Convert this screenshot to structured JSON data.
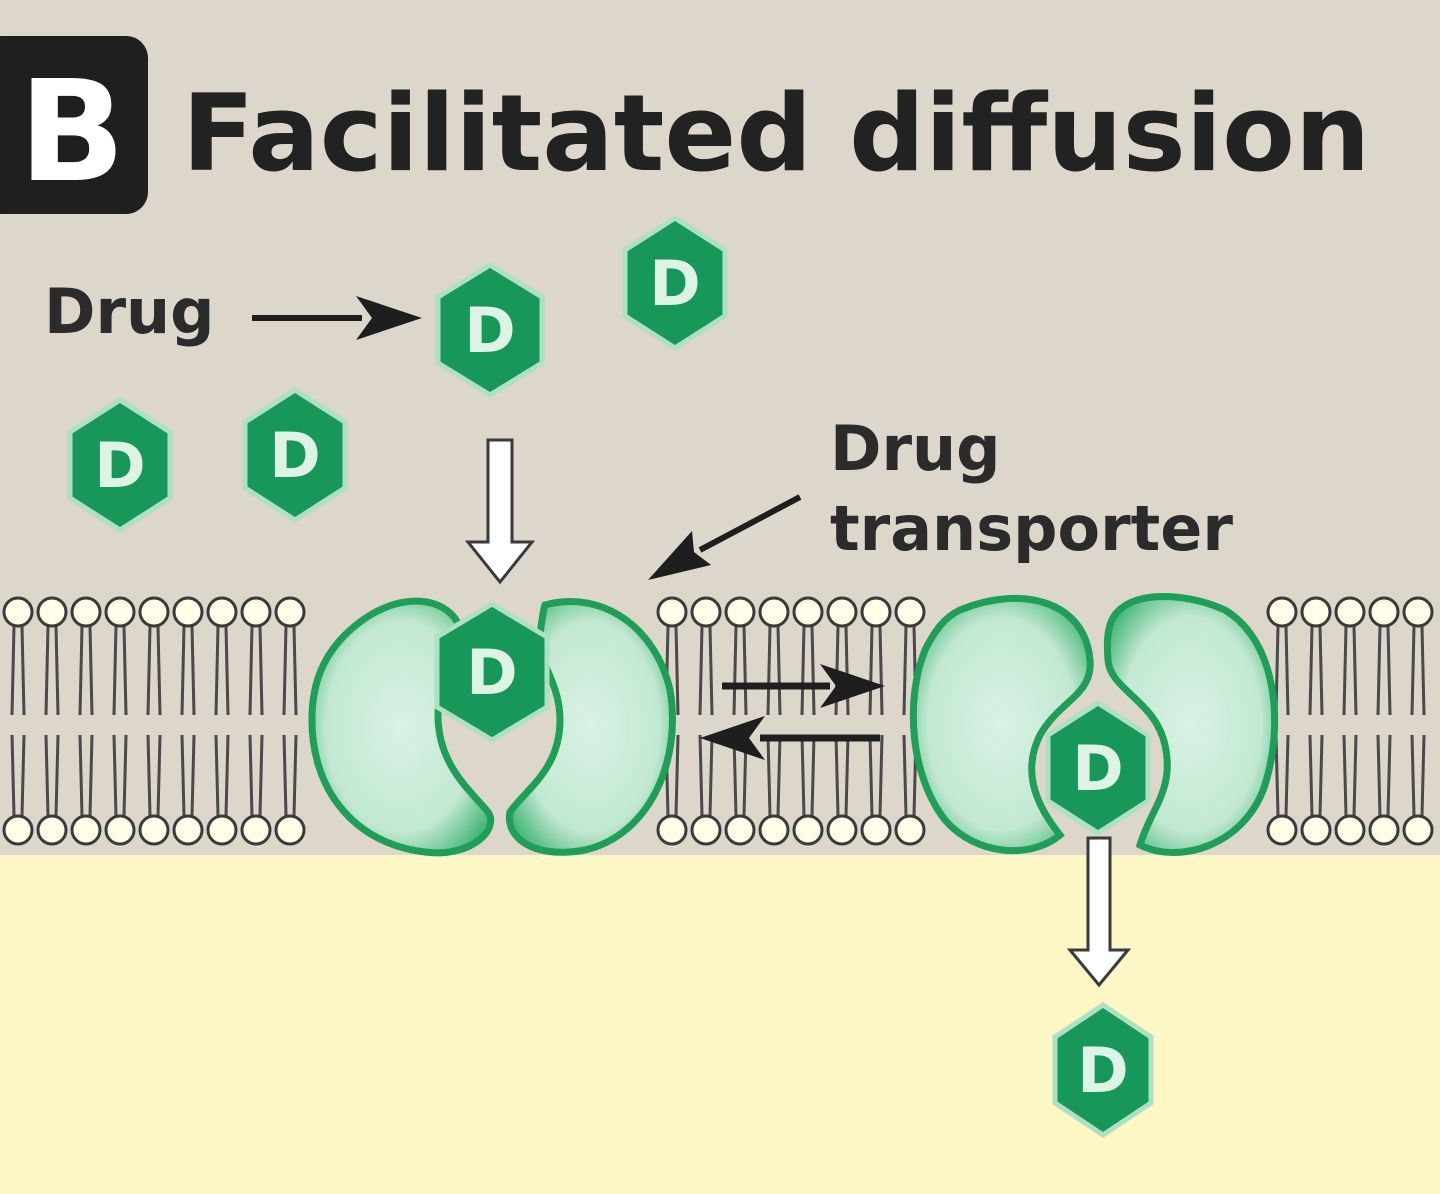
{
  "title": {
    "badge": "B",
    "text": "Facilitated diffusion"
  },
  "labels": {
    "drug": "Drug",
    "transporter_line1": "Drug",
    "transporter_line2": "transporter"
  },
  "molecule_letter": "D",
  "colors": {
    "extracellular": "#dcd6cb",
    "intracellular": "#fdf7c6",
    "badge": "#1f1f1f",
    "drug_fill": "#17975a",
    "drug_edge": "#aee0c2",
    "transporter_fill": "#c9ebd8",
    "transporter_edge": "#1e9e58",
    "lipid_head": "#fffde8",
    "text": "#2b2b2b"
  }
}
